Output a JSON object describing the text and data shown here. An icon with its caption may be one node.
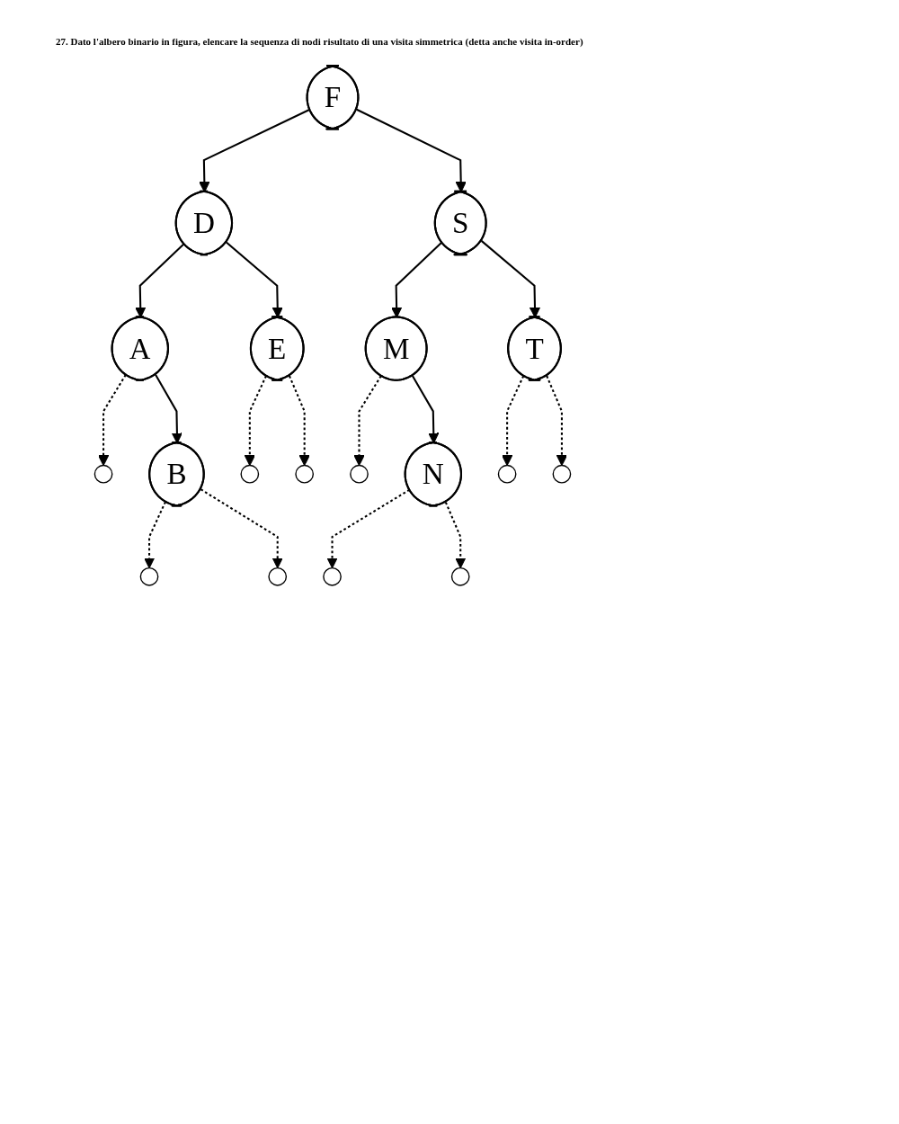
{
  "diagram": {
    "title": "27. Dato l'albero binario in figura, elencare la sequenza di nodi risultato di una visita simmetrica (detta anche visita in-order)",
    "nodes": [
      {
        "text": [
          "F"
        ]
      },
      {
        "text": [
          "D"
        ]
      },
      {
        "text": [
          "S"
        ]
      },
      {
        "text": [
          "A"
        ]
      },
      {
        "text": [
          "E"
        ]
      },
      {
        "text": [
          "M"
        ]
      },
      {
        "text": [
          "T"
        ]
      },
      {
        "text": [],
        "shape": "circle"
      },
      {
        "text": [
          "B"
        ]
      },
      {
        "text": [],
        "shape": "circle"
      },
      {
        "text": [],
        "shape": "circle"
      },
      {
        "text": [],
        "shape": "circle"
      },
      {
        "text": [
          "N"
        ]
      },
      {
        "text": [],
        "shape": "circle"
      },
      {
        "text": [],
        "shape": "circle"
      },
      {
        "text": [],
        "shape": "circle"
      },
      {
        "text": [],
        "shape": "circle"
      },
      {
        "text": [],
        "shape": "circle"
      },
      {
        "text": [],
        "shape": "circle"
      }
    ],
    "edges": [
      {
        "from": 0,
        "to": 1,
        "arrow": "to"
      },
      {
        "from": 0,
        "to": 2,
        "arrow": "to"
      },
      {
        "from": 1,
        "to": 3,
        "arrow": "to"
      },
      {
        "from": 1,
        "to": 4,
        "arrow": "to"
      },
      {
        "from": 2,
        "to": 5,
        "arrow": "to"
      },
      {
        "from": 2,
        "to": 6,
        "arrow": "to"
      },
      {
        "from": 3,
        "to": 7,
        "arrow": "to",
        "style": "dashed"
      },
      {
        "from": 3,
        "to": 8,
        "arrow": "to"
      },
      {
        "from": 4,
        "to": 9,
        "arrow": "to",
        "style": "dashed"
      },
      {
        "from": 4,
        "to": 10,
        "arrow": "to",
        "style": "dashed"
      },
      {
        "from": 5,
        "to": 11,
        "arrow": "to",
        "style": "dashed"
      },
      {
        "from": 5,
        "to": 12,
        "arrow": "to"
      },
      {
        "from": 6,
        "to": 13,
        "arrow": "to",
        "style": "dashed"
      },
      {
        "from": 6,
        "to": 14,
        "arrow": "to",
        "style": "dashed"
      },
      {
        "from": 8,
        "to": 15,
        "arrow": "to",
        "style": "dashed"
      },
      {
        "from": 8,
        "to": 16,
        "arrow": "to",
        "style": "dashed"
      },
      {
        "from": 12,
        "to": 17,
        "arrow": "to",
        "style": "dashed"
      },
      {
        "from": 12,
        "to": 18,
        "arrow": "to",
        "style": "dashed"
      }
    ]
  }
}
